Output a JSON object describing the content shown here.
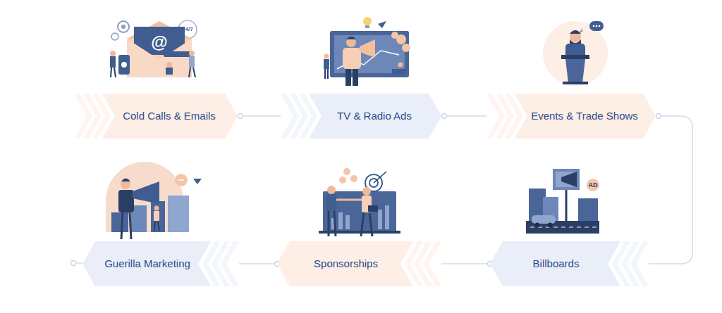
{
  "diagram": {
    "nodes": [
      {
        "text": [
          "Cold Calls & Emails"
        ]
      },
      {
        "text": [
          "TV & Radio Ads"
        ]
      },
      {
        "text": [
          "Events & Trade Shows"
        ]
      },
      {
        "text": [
          "Billboards"
        ]
      },
      {
        "text": [
          "Sponsorships"
        ]
      },
      {
        "text": [
          "Guerilla Marketing"
        ]
      }
    ],
    "edges": [
      {
        "from": 0,
        "to": 1,
        "arrow": "none"
      },
      {
        "from": 1,
        "to": 2,
        "arrow": "none"
      },
      {
        "from": 2,
        "to": 3,
        "arrow": "none"
      },
      {
        "from": 3,
        "to": 4,
        "arrow": "none"
      },
      {
        "from": 4,
        "to": 5,
        "arrow": "none"
      }
    ],
    "labels": [
      "24/7",
      "@",
      "AD"
    ]
  }
}
